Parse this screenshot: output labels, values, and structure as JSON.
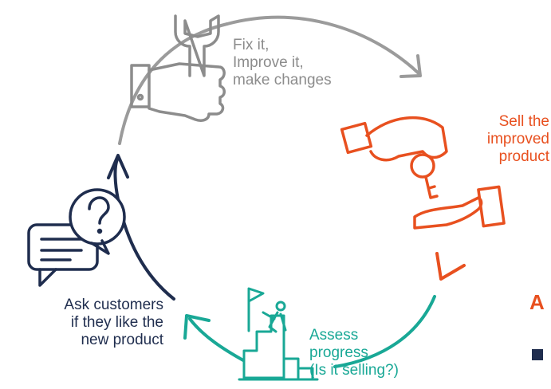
{
  "steps": {
    "fix": {
      "text": "Fix it,\nImprove it,\nmake changes",
      "icon": "wrench-in-hand-icon",
      "color": "#8c8c8c"
    },
    "sell": {
      "text": "Sell the\nimproved\nproduct",
      "icon": "hand-giving-key-icon",
      "color": "#e8501f"
    },
    "assess": {
      "text": "Assess\nprogress\n(Is it selling?)",
      "icon": "person-climbing-steps-with-flag-icon",
      "color": "#19a896"
    },
    "ask": {
      "text": "Ask customers\nif they like the\nnew product",
      "icon": "speech-bubbles-question-icon",
      "color": "#1f2d4e"
    }
  },
  "edge": {
    "letter": "A"
  }
}
